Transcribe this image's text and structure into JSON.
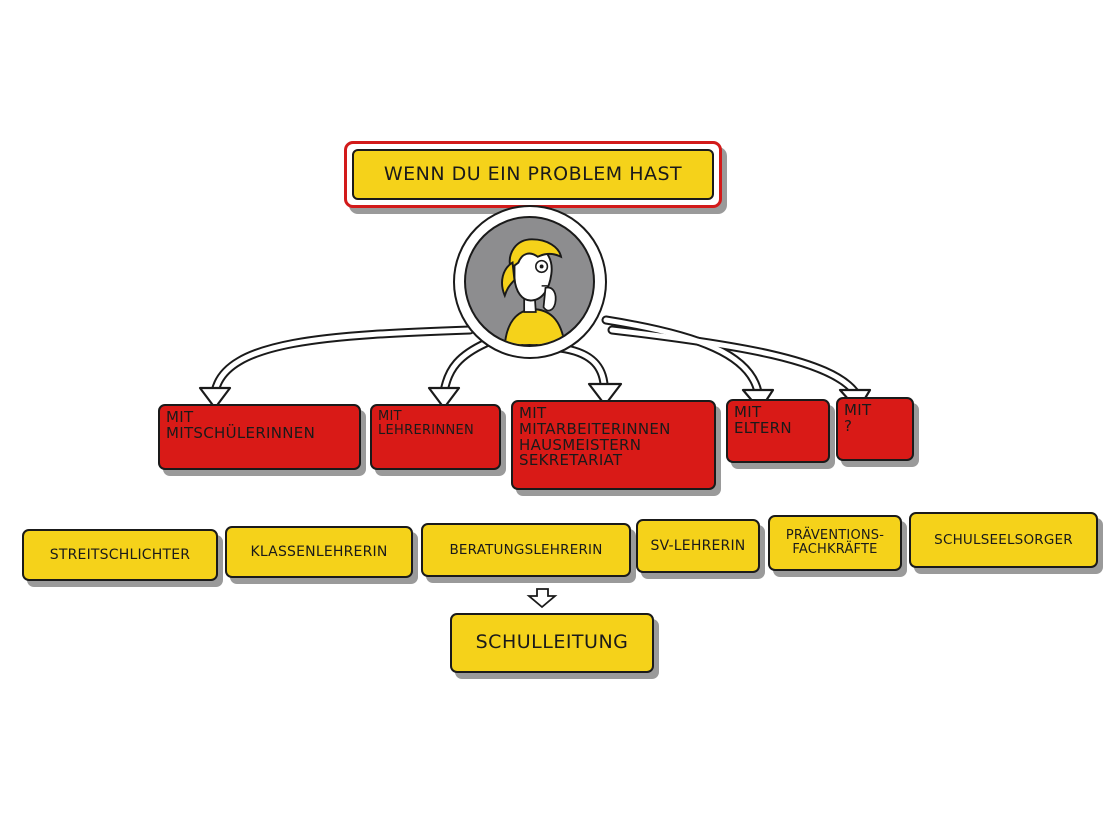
{
  "title": "WENN DU EIN PROBLEM HAST",
  "categories": [
    {
      "line1": "MIT",
      "line2": "MITSCHÜLERINNEN"
    },
    {
      "line1": "MIT",
      "line2": "LEHRERINNEN"
    },
    {
      "line1": "MIT",
      "line2": "MITARBEITERINNEN",
      "line3": "HAUSMEISTERN",
      "line4": "SEKRETARIAT"
    },
    {
      "line1": "MIT",
      "line2": "ELTERN"
    },
    {
      "line1": "MIT",
      "line2": "?"
    }
  ],
  "contacts": [
    {
      "label": "STREITSCHLICHTER"
    },
    {
      "label": "KLASSENLEHRERIN"
    },
    {
      "label": "BERATUNGSLEHRERIN"
    },
    {
      "label": "SV-LEHRERIN"
    },
    {
      "line1": "PRÄVENTIONS-",
      "line2": "FACHKRÄFTE"
    },
    {
      "label": "SCHULSEELSORGER"
    }
  ],
  "escalation": "SCHULLEITUNG",
  "colors": {
    "yellow": "#f5d21a",
    "red": "#d91a17",
    "outline": "#1a1a1a",
    "shadow": "#9a9a9a",
    "portrait_bg": "#8d8d8f"
  },
  "icons": [
    "person-portrait-icon",
    "down-arrow-icon"
  ]
}
